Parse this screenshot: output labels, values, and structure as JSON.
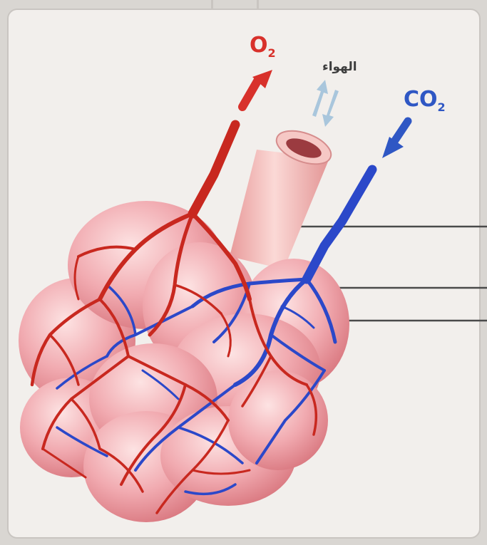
{
  "labels": {
    "oxygen": "O",
    "oxygen_sub": "2",
    "carbon_dioxide": "CO",
    "carbon_dioxide_sub": "2",
    "air": "الهواء"
  },
  "colors": {
    "artery_red": "#c8281f",
    "vein_blue": "#2b48c9",
    "alveoli_pink": "#f0a6ab",
    "bronchiole_pink": "#f3b9b6",
    "air_arrows": "#a9c6dc"
  },
  "icons": {
    "oxygen_arrow": "arrow-up-icon",
    "co2_arrow": "arrow-down-icon",
    "air_arrows": "bidirectional-arrow-icon"
  }
}
